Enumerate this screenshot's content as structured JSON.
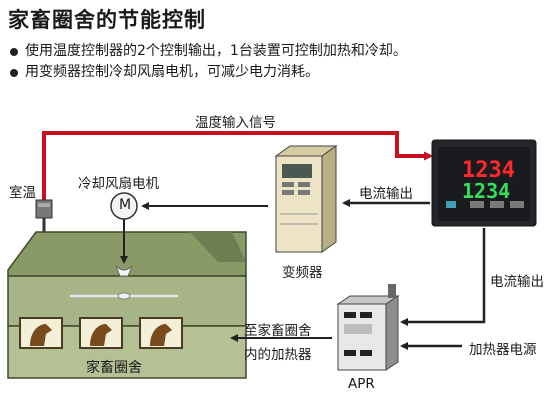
{
  "title": "家畜圈舍的节能控制",
  "bullets": [
    "使用温度控制器的2个控制输出，1台装置可控制加热和冷却。",
    "用变频器控制冷却风扇电机，可减少电力消耗。"
  ],
  "labels": {
    "temp_signal": "温度输入信号",
    "room_temp": "室温",
    "fan_motor": "冷却风扇电机",
    "motor_symbol": "M",
    "current_out_1": "电流输出",
    "inverter": "变频器",
    "current_out_2": "电流输出",
    "to_heater_line1": "至家畜圈舍",
    "to_heater_line2": "内的加热器",
    "heater_power": "加热器电源",
    "apr": "APR",
    "barn": "家畜圈舍"
  },
  "controller": {
    "pv": "1234",
    "sv": "1234"
  },
  "colors": {
    "signal_line": "#c8101e",
    "barn_roof": "#8a9a66",
    "barn_wall": "#a7b487",
    "led_red": "#ff2a2a",
    "led_green": "#34e05a"
  }
}
